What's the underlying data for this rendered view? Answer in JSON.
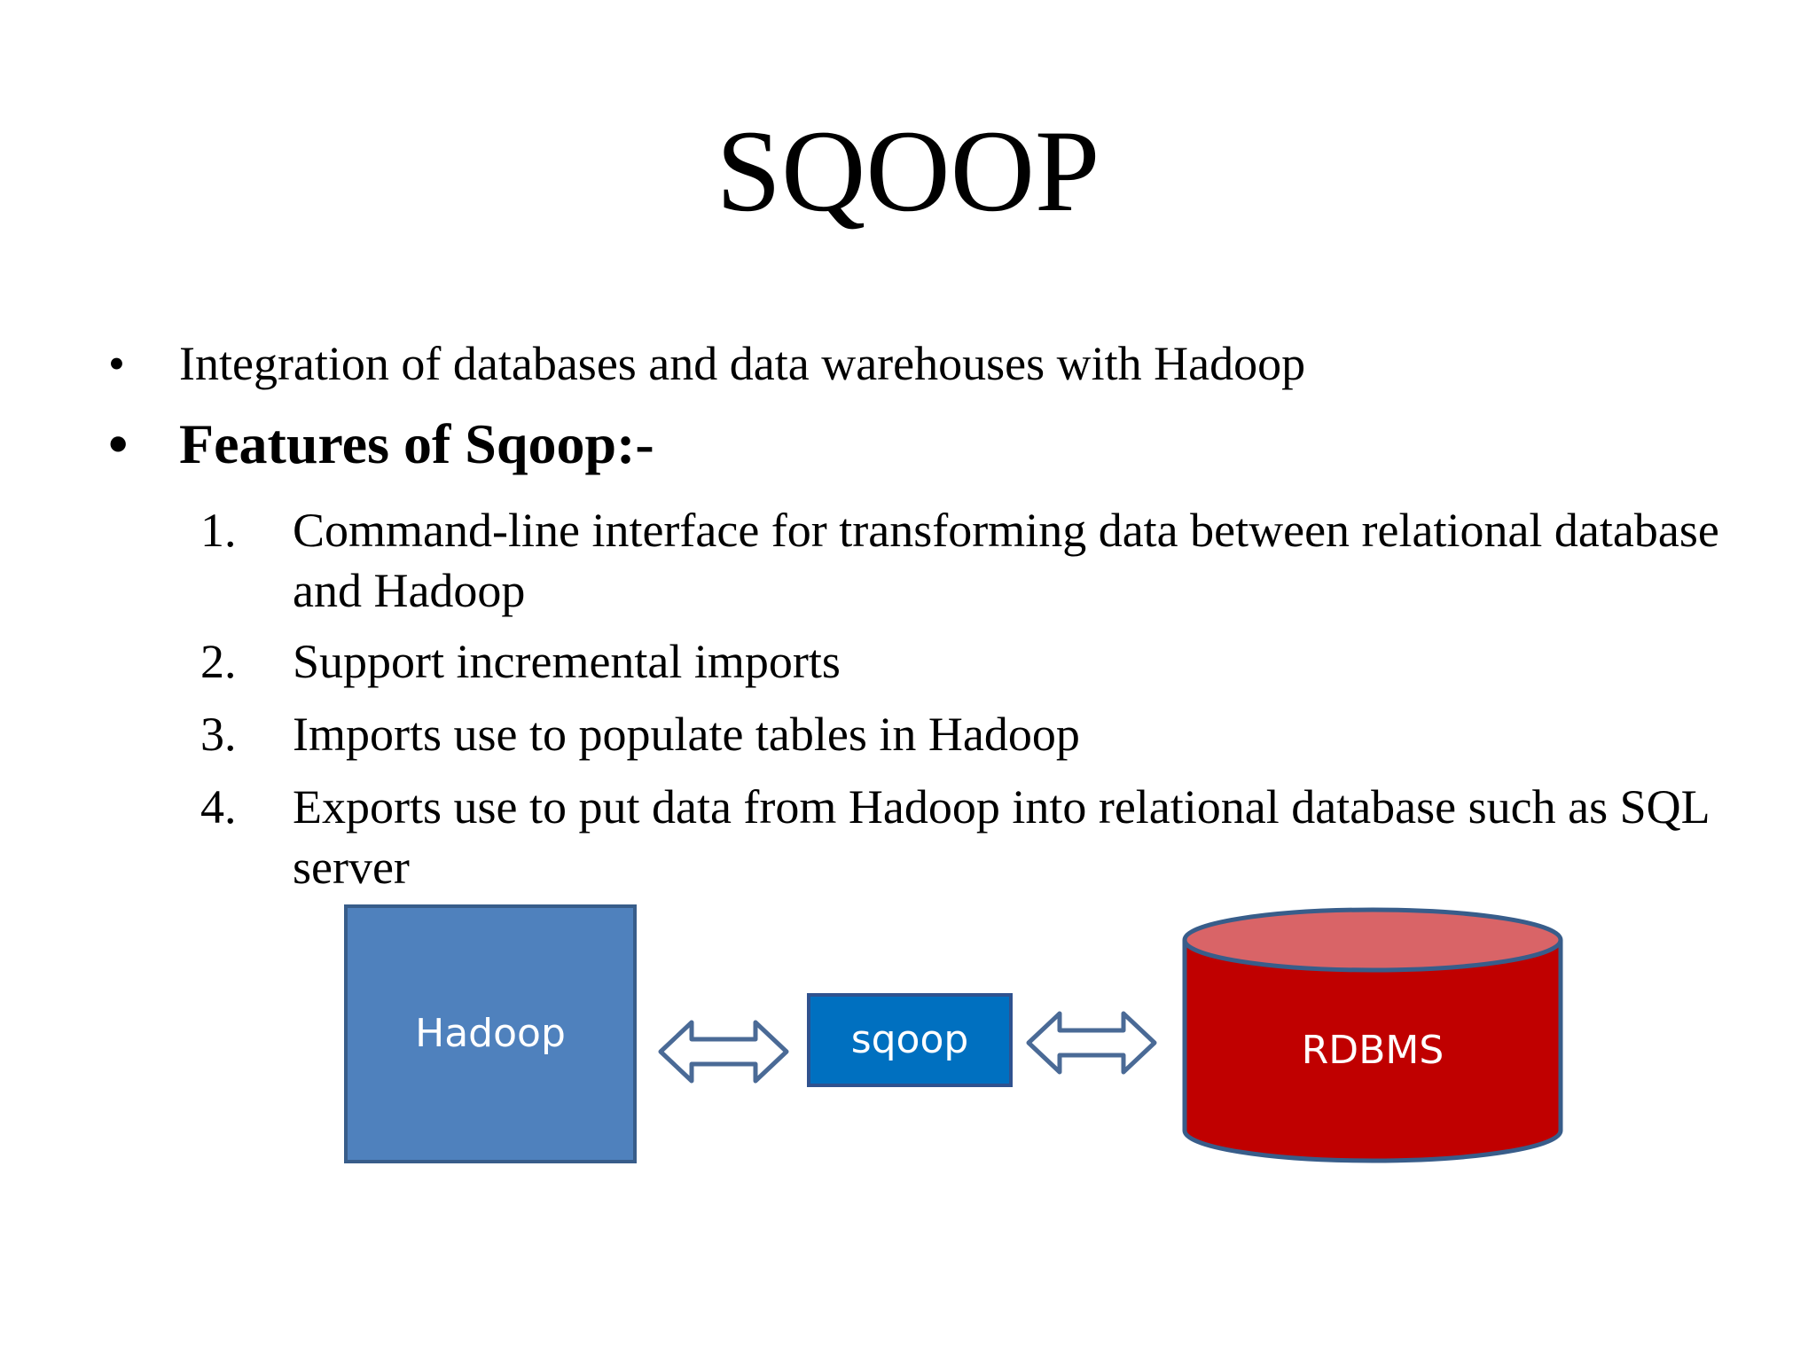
{
  "slide": {
    "title": "SQOOP",
    "bullets": [
      {
        "marker": "•",
        "text": "Integration of databases and data warehouses with Hadoop"
      },
      {
        "marker": "•",
        "text": "Features of Sqoop:-"
      }
    ],
    "features": [
      {
        "number": "1.",
        "text": "Command-line interface for transforming data between relational database and Hadoop"
      },
      {
        "number": "2.",
        "text": "Support incremental imports"
      },
      {
        "number": "3.",
        "text": "Imports use to populate tables in Hadoop"
      },
      {
        "number": "4.",
        "text": "Exports use to put data from Hadoop into relational database such as SQL server"
      }
    ]
  },
  "diagram": {
    "hadoop_label": "Hadoop",
    "sqoop_label": "sqoop",
    "rdbms_label": "RDBMS",
    "colors": {
      "hadoop_fill": "#4f81bd",
      "hadoop_stroke": "#385d8a",
      "sqoop_fill": "#0070c0",
      "sqoop_stroke": "#2f528f",
      "rdbms_fill": "#c00000",
      "rdbms_top": "#d96467",
      "rdbms_stroke": "#385d8a",
      "arrow_stroke": "#4a6a96"
    }
  }
}
